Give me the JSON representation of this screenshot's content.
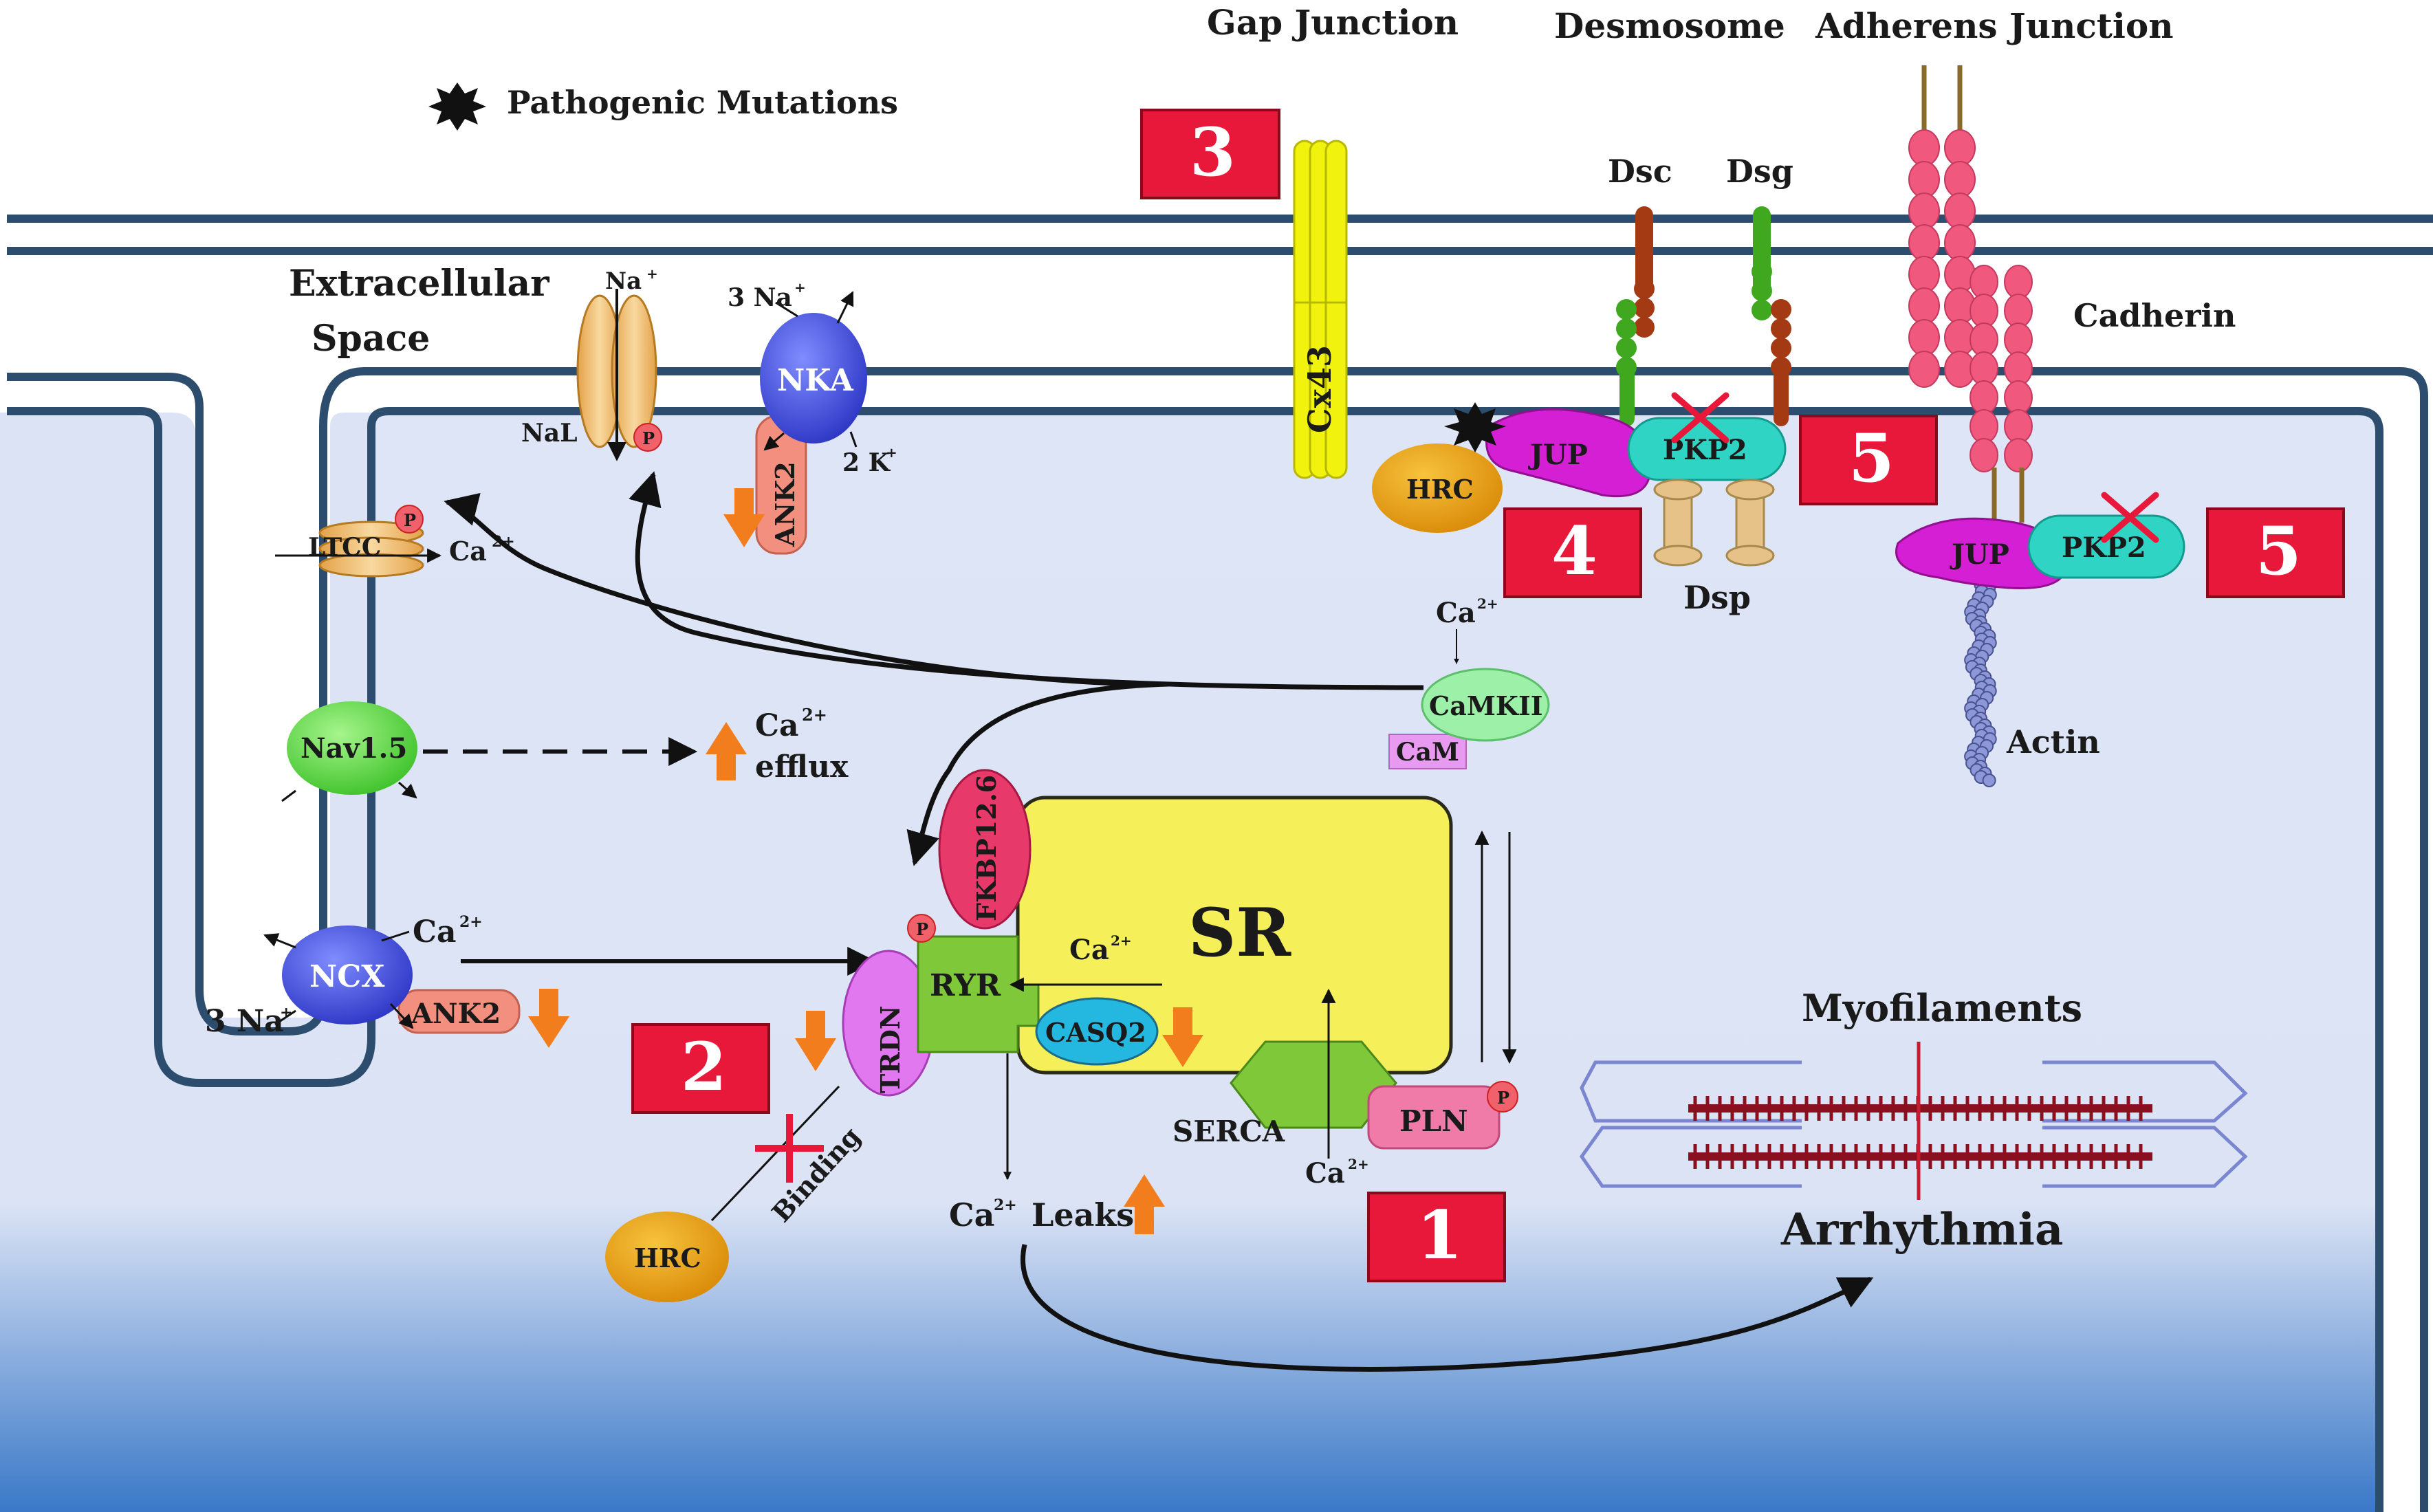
{
  "legend": {
    "mutation_label": "Pathogenic Mutations"
  },
  "headers": {
    "gap_junction": "Gap Junction",
    "desmosome": "Desmosome",
    "adherens_junction": "Adherens Junction"
  },
  "regions": {
    "extracellular_line1": "Extracellular",
    "extracellular_line2": "Space",
    "sr": "SR",
    "myofilaments": "Myofilaments",
    "arrhythmia": "Arrhythmia"
  },
  "proteins": {
    "nal": "NaL",
    "nka": "NKA",
    "ank2_top": "ANK2",
    "ank2_ncx": "ANK2",
    "ltcc": "LTCC",
    "nav15": "Nav1.5",
    "ncx": "NCX",
    "cx43": "Cx43",
    "hrc_top": "HRC",
    "jup_desmo": "JUP",
    "pkp2_desmo": "PKP2",
    "dsc": "Dsc",
    "dsg": "Dsg",
    "dsp": "Dsp",
    "cadherin": "Cadherin",
    "jup_adh": "JUP",
    "pkp2_adh": "PKP2",
    "actin": "Actin",
    "camkii": "CaMKII",
    "cam": "CaM",
    "fkbp": "FKBP12.6",
    "ryr": "RYR",
    "trdn": "TRDN",
    "casq2": "CASQ2",
    "serca": "SERCA",
    "pln": "PLN",
    "hrc_bottom": "HRC"
  },
  "ions": {
    "na_nal": "Na",
    "na_nka": "3 Na",
    "k_nka": "2 K",
    "ca_ltcc": "Ca",
    "ca_camkii": "Ca",
    "ca_efflux_1": "Ca",
    "ca_efflux_2": "efflux",
    "ca_ncx": "Ca",
    "na_ncx": "3 Na",
    "ca_sr": "Ca",
    "ca_serca": "Ca",
    "ca_leaks": "Leaks",
    "ca_leaks_prefix": "Ca",
    "sup_plus": "+",
    "sup_2plus": "2+"
  },
  "labels": {
    "binding": "Binding",
    "phospho": "P",
    "box1": "1",
    "box2": "2",
    "box3": "3",
    "box4": "4",
    "box5a": "5",
    "box5b": "5"
  },
  "colors": {
    "membrane": "#2d4d6e",
    "cytoplasm": "#dfe6f7",
    "sr": "#f5f05a",
    "red_box": "#e8183a",
    "orange_arrow": "#f27d1c",
    "nka": "#3f4fd8",
    "ncx": "#3f4fd8",
    "nav": "#5fd846",
    "pkp2": "#2fd4c4",
    "jup": "#d41fd4",
    "hrc": "#e6a00f",
    "cadherin": "#f0587e",
    "cx43": "#f2f20f"
  }
}
